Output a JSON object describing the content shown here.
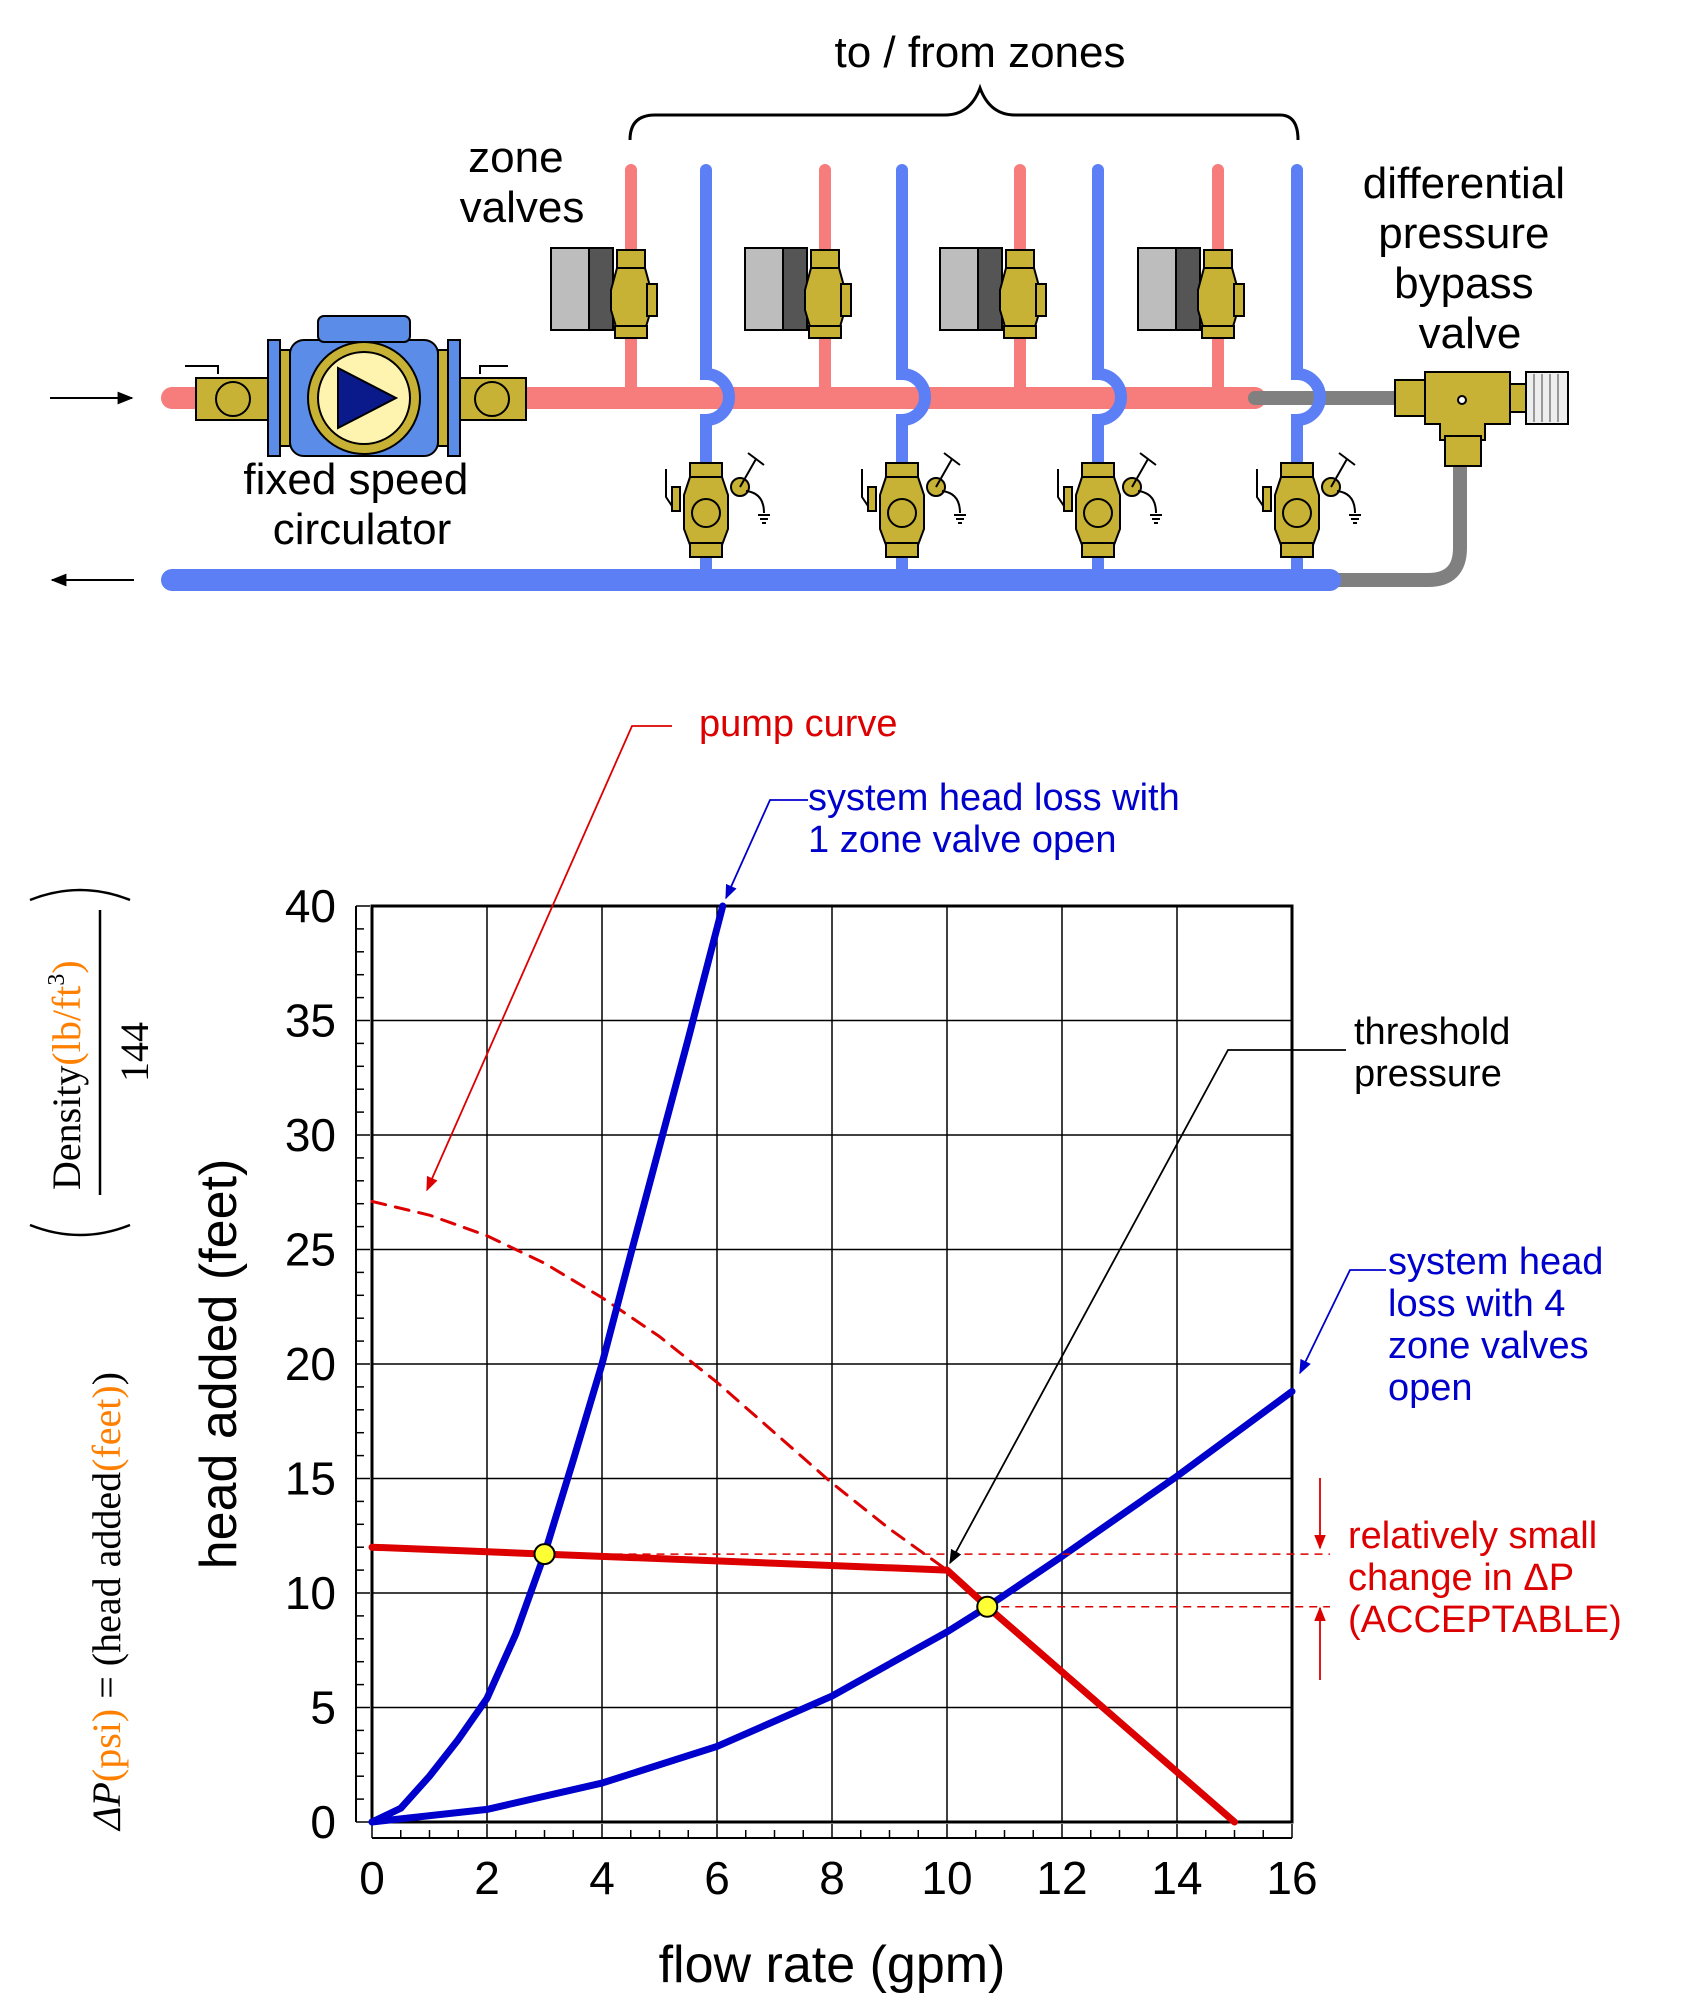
{
  "diagram": {
    "zones_label": "to / from zones",
    "zone_valves_label": [
      "zone",
      "valves"
    ],
    "bypass_label": [
      "differential",
      "pressure",
      "bypass",
      "valve"
    ],
    "circulator_label": [
      "fixed speed",
      "circulator"
    ],
    "colors": {
      "supply": "#f77c7c",
      "return": "#5c7ff5",
      "bypass": "#808080",
      "brass": "#c8b235",
      "actuator": "#b8b8b8",
      "pump_body": "#5b8ce8"
    }
  },
  "annotations": {
    "pump_curve": "pump curve",
    "system_1": [
      "system head loss with",
      "1 zone valve open"
    ],
    "threshold": [
      "threshold",
      "pressure"
    ],
    "system_4": [
      "system head",
      "loss with 4",
      "zone valves",
      "open"
    ],
    "small_change": [
      "relatively small",
      "change in ΔP",
      "(ACCEPTABLE)"
    ]
  },
  "formula": {
    "lhs": "ΔP",
    "psi": "(psi)",
    "mid": " = (head added",
    "feet": "(feet)",
    "close": ")",
    "numerator": "Density",
    "density_units": "(lb/ft",
    "density_exp": "3",
    "density_close": ")",
    "denominator": "144"
  },
  "chart_data": {
    "type": "line",
    "xlabel": "flow rate (gpm)",
    "ylabel": "head added (feet)",
    "xlim": [
      0,
      16
    ],
    "ylim": [
      0,
      40
    ],
    "xticks": [
      0,
      2,
      4,
      6,
      8,
      10,
      12,
      14,
      16
    ],
    "yticks": [
      0,
      5,
      10,
      15,
      20,
      25,
      30,
      35,
      40
    ],
    "grid": true,
    "series": [
      {
        "key": "pump_curve",
        "color": "#dd0000",
        "dashed": true,
        "x": [
          0,
          1,
          2,
          3,
          4,
          5,
          6,
          7,
          8,
          9,
          10
        ],
        "y": [
          27.1,
          26.5,
          25.6,
          24.4,
          22.9,
          21.2,
          19.2,
          17.0,
          14.8,
          12.8,
          11
        ]
      },
      {
        "key": "regulated",
        "color": "#dd0000",
        "dashed": false,
        "x": [
          0,
          3,
          10,
          10.7,
          15
        ],
        "y": [
          12,
          11.7,
          11,
          9.4,
          0
        ]
      },
      {
        "key": "system_1",
        "color": "#0000cc",
        "dashed": false,
        "x": [
          0,
          0.5,
          1,
          1.5,
          2,
          2.5,
          3,
          3.5,
          4,
          4.5,
          5,
          5.5,
          6.1
        ],
        "y": [
          0,
          0.6,
          2.0,
          3.6,
          5.4,
          8.2,
          11.7,
          15.8,
          20.0,
          24.8,
          29.5,
          34.2,
          40
        ]
      },
      {
        "key": "system_4",
        "color": "#0000cc",
        "dashed": false,
        "x": [
          0,
          2,
          4,
          6,
          8,
          10,
          10.7,
          12,
          14,
          16
        ],
        "y": [
          0,
          0.55,
          1.7,
          3.3,
          5.5,
          8.3,
          9.4,
          11.6,
          15.1,
          18.8
        ]
      }
    ],
    "operating_points": [
      {
        "x": 3.0,
        "y": 11.7
      },
      {
        "x": 10.7,
        "y": 9.4
      }
    ]
  }
}
